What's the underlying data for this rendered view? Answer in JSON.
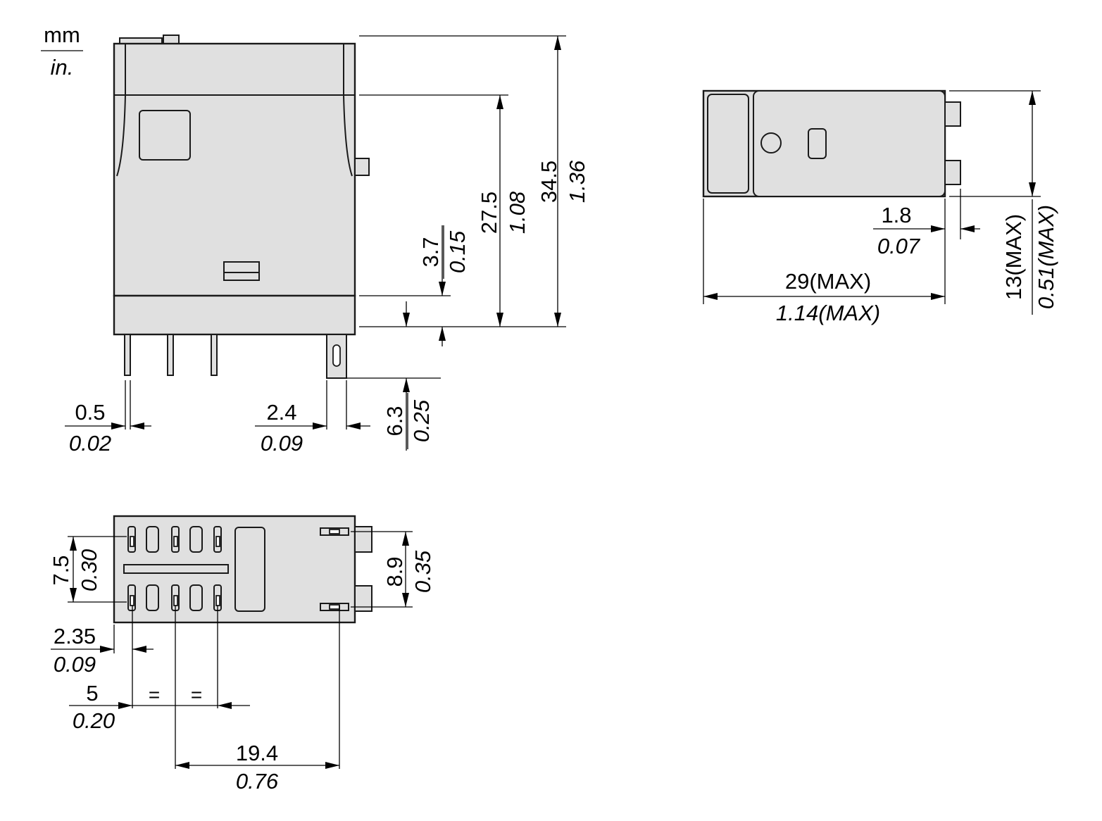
{
  "units": {
    "primary": "mm",
    "secondary": "in."
  },
  "dimensions": {
    "d_0_5": {
      "mm": "0.5",
      "in": "0.02"
    },
    "d_2_4": {
      "mm": "2.4",
      "in": "0.09"
    },
    "d_6_3": {
      "mm": "6.3",
      "in": "0.25"
    },
    "d_3_7": {
      "mm": "3.7",
      "in": "0.15"
    },
    "d_27_5": {
      "mm": "27.5",
      "in": "1.08"
    },
    "d_34_5": {
      "mm": "34.5",
      "in": "1.36"
    },
    "d_1_8": {
      "mm": "1.8",
      "in": "0.07"
    },
    "d_29": {
      "mm": "29(MAX)",
      "in": "1.14(MAX)"
    },
    "d_13": {
      "mm": "13(MAX)",
      "in": "0.51(MAX)"
    },
    "d_7_5": {
      "mm": "7.5",
      "in": "0.30"
    },
    "d_8_9": {
      "mm": "8.9",
      "in": "0.35"
    },
    "d_2_35": {
      "mm": "2.35",
      "in": "0.09"
    },
    "d_5": {
      "mm": "5",
      "in": "0.20"
    },
    "d_19_4": {
      "mm": "19.4",
      "in": "0.76"
    }
  },
  "equal_marks": [
    "=",
    "="
  ]
}
